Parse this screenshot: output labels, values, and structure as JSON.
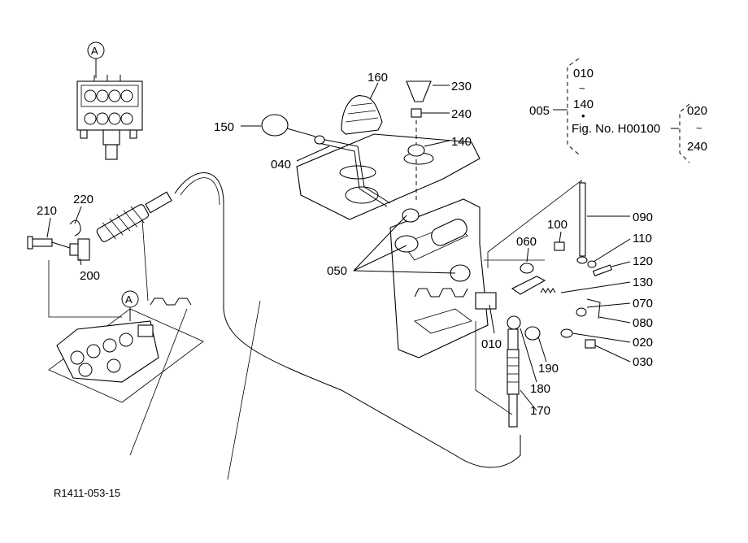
{
  "callouts": {
    "a_top": "A",
    "a_mid": "A",
    "p160": "160",
    "p230": "230",
    "p240": "240",
    "p150": "150",
    "p140": "140",
    "p040": "040",
    "p210": "210",
    "p220": "220",
    "p200": "200",
    "p050": "050",
    "p100": "100",
    "p060": "060",
    "p090": "090",
    "p110": "110",
    "p120": "120",
    "p130": "130",
    "p070": "070",
    "p080": "080",
    "p010": "010",
    "p020": "020",
    "p030": "030",
    "p190": "190",
    "p180": "180",
    "p170": "170"
  },
  "group_box": {
    "set_label": "005",
    "range_start": "010",
    "tilde_1": "~",
    "range_end": "140",
    "bullet": "•",
    "fig_ref": "Fig. No. H00100",
    "sub_start": "020",
    "tilde_2": "~",
    "sub_end": "240"
  },
  "footer": {
    "drawing_code": "R1411-053-15"
  }
}
